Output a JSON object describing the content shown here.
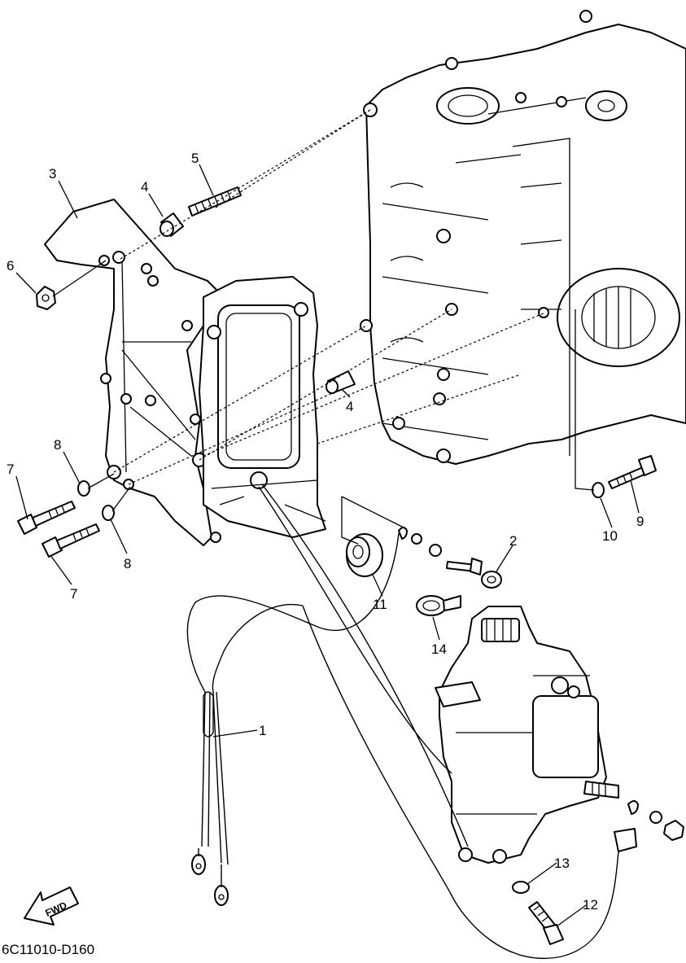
{
  "diagram": {
    "drawing_code": "6C11010-D160",
    "direction_label": "FWD",
    "callouts": [
      "1",
      "2",
      "3",
      "4",
      "4",
      "5",
      "6",
      "7",
      "7",
      "8",
      "8",
      "9",
      "10",
      "11",
      "12",
      "13",
      "14"
    ]
  }
}
